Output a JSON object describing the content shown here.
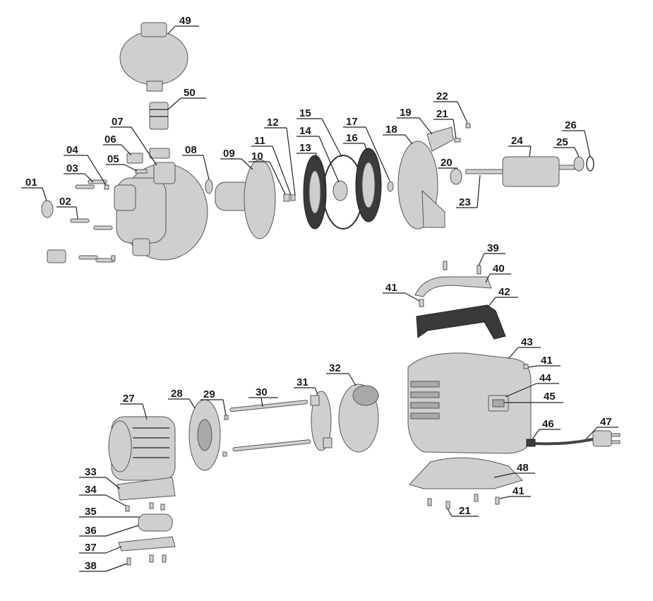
{
  "labels": {
    "p01": "01",
    "p02": "02",
    "p03": "03",
    "p04": "04",
    "p05": "05",
    "p06": "06",
    "p07": "07",
    "p08": "08",
    "p09": "09",
    "p10": "10",
    "p11": "11",
    "p12": "12",
    "p13": "13",
    "p14": "14",
    "p15": "15",
    "p16": "16",
    "p17": "17",
    "p18": "18",
    "p19": "19",
    "p20": "20",
    "p21a": "21",
    "p21b": "21",
    "p22": "22",
    "p23": "23",
    "p24": "24",
    "p25": "25",
    "p26": "26",
    "p27": "27",
    "p28": "28",
    "p29": "29",
    "p30": "30",
    "p31": "31",
    "p32": "32",
    "p33": "33",
    "p34": "34",
    "p35": "35",
    "p36": "36",
    "p37": "37",
    "p38": "38",
    "p39": "39",
    "p40": "40",
    "p41a": "41",
    "p41b": "41",
    "p41c": "41",
    "p42": "42",
    "p43": "43",
    "p44": "44",
    "p45": "45",
    "p46": "46",
    "p47": "47",
    "p48": "48",
    "p49": "49",
    "p50": "50"
  }
}
